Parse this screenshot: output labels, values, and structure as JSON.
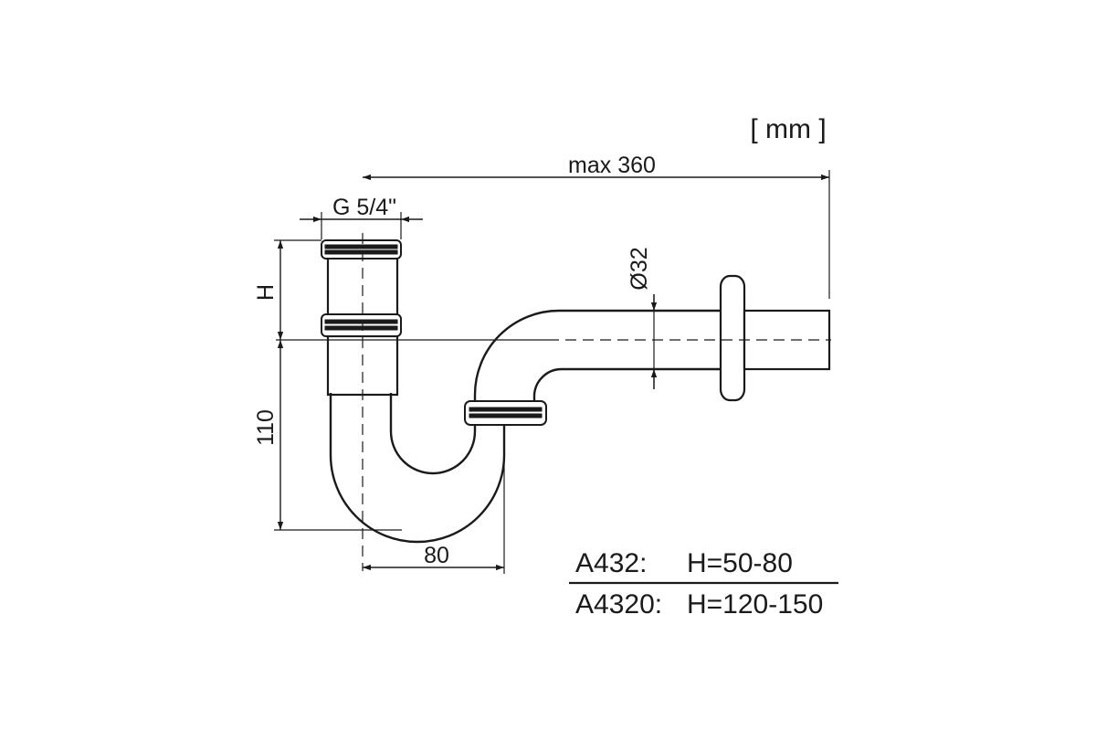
{
  "units": "[ mm ]",
  "dimensions": {
    "max_length": "max 360",
    "thread": "G 5/4\"",
    "height_var": "H",
    "height_fixed": "110",
    "offset": "80",
    "pipe_diameter": "Ø32"
  },
  "spec_table": [
    {
      "model": "A432:",
      "value": "H=50-80"
    },
    {
      "model": "A4320:",
      "value": "H=120-150"
    }
  ],
  "colors": {
    "line": "#1a1a1a",
    "background": "#ffffff"
  }
}
